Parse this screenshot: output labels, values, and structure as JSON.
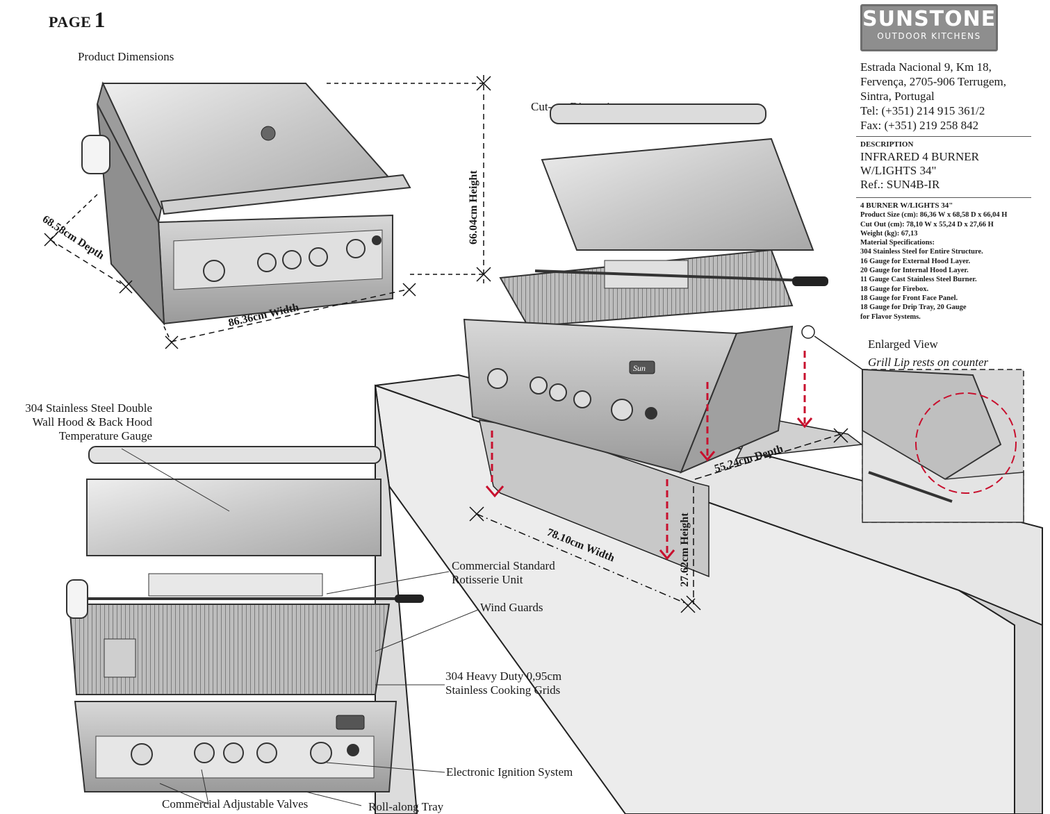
{
  "page": {
    "label": "PAGE",
    "number": "1"
  },
  "logo": {
    "brand": "SUNSTONE",
    "subtitle": "OUTDOOR KITCHENS"
  },
  "address": [
    "Estrada Nacional 9, Km 18,",
    "Fervença, 2705-906 Terrugem,",
    "Sintra, Portugal",
    "Tel: (+351) 214 915 361/2",
    "Fax: (+351) 219 258 842"
  ],
  "description": {
    "heading": "DESCRIPTION",
    "lines": [
      "INFRARED 4 BURNER",
      "W/LIGHTS 34\"",
      "Ref.: SUN4B-IR"
    ]
  },
  "specs": {
    "heading": "4 BURNER W/LIGHTS 34\"",
    "lines": [
      "Product Size (cm): 86,36 W x 68,58 D x 66,04 H",
      "Cut Out (cm): 78,10 W x 55,24 D x 27,66 H",
      "Weight (kg): 67,13",
      "Material Specifications:",
      "304 Stainless Steel for Entire Structure.",
      "16 Gauge for External Hood Layer.",
      "20 Gauge for Internal Hood Layer.",
      "11 Gauge Cast Stainless Steel Burner.",
      "18 Gauge for Firebox.",
      "18 Gauge for Front Face Panel.",
      "18 Gauge for Drip Tray, 20 Gauge",
      "for Flavor Systems."
    ]
  },
  "sections": {
    "product_dimensions": "Product Dimensions",
    "cutout_dimensions": "Cut-out Dimensions",
    "enlarged_view": "Enlarged View",
    "grill_lip": "Grill Lip rests on counter"
  },
  "dimensions": {
    "product_height": "66.04cm  Height",
    "product_depth": "68.58cm  Depth",
    "product_width": "86.36cm Width",
    "cutout_width": "78.10cm Width",
    "cutout_depth": "55.24cm  Depth",
    "cutout_height": "27.62cm  Height"
  },
  "callouts": {
    "hood": [
      "304 Stainless Steel Double",
      "Wall Hood & Back Hood",
      "Temperature Gauge"
    ],
    "rotisserie": [
      "Commercial Standard",
      "Rotisserie Unit"
    ],
    "wind_guards": "Wind Guards",
    "grids": [
      "304 Heavy Duty  0,95cm",
      "Stainless Cooking Grids"
    ],
    "ignition": "Electronic Ignition System",
    "valves": "Commercial Adjustable Valves",
    "tray": "Roll-along Tray"
  },
  "badge": "Sun"
}
